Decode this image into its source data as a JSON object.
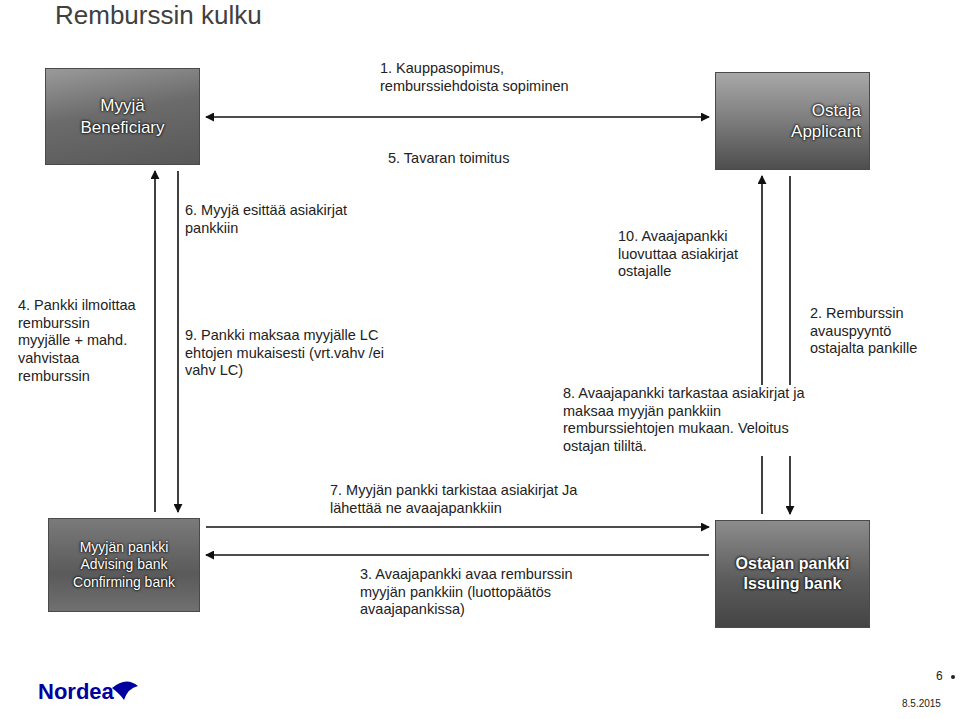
{
  "diagram": {
    "title": "Remburssin kulku",
    "nodes": [
      {
        "text": [
          "Myyjä",
          "Beneficiary"
        ]
      },
      {
        "text": [
          "Ostaja",
          "Applicant"
        ]
      },
      {
        "text": [
          "Myyjän pankki",
          "Advising bank",
          "Confirming bank"
        ]
      },
      {
        "text": [
          "Ostajan pankki",
          "Issuing bank"
        ]
      }
    ],
    "edges": [
      {
        "from": 0,
        "to": 1,
        "arrow": "both",
        "label": "1. Kauppasopimus, remburssiehdoista sopiminen"
      },
      {
        "from": 1,
        "to": 3,
        "arrow": "to",
        "label": "2. Remburssin avauspyyntö ostajalta pankille"
      },
      {
        "from": 3,
        "to": 2,
        "arrow": "to",
        "label": "3. Avaajapankki avaa remburssin myyjän pankkiin (luottopäätös avaajapankissa)"
      },
      {
        "from": 2,
        "to": 0,
        "arrow": "to",
        "label": "4. Pankki ilmoittaa remburssin myyjälle + mahd. vahvistaa remburssin"
      },
      {
        "from": 0,
        "to": 2,
        "arrow": "to",
        "label": "6. Myyjä esittää asiakirjat pankkiin"
      },
      {
        "from": 2,
        "to": 3,
        "arrow": "to",
        "label": "7. Myyjän pankki tarkistaa asiakirjat Ja lähettää ne avaajapankkiin"
      },
      {
        "from": 3,
        "to": 1,
        "arrow": "to",
        "label": "10. Avaajapankki luovuttaa asiakirjat ostajalle"
      }
    ],
    "labels": [
      "5. Tavaran toimitus",
      "9. Pankki maksaa myyjälle LC ehtojen mukaisesti (vrt.vahv /ei vahv LC)",
      "8. Avaajapankki tarkastaa asiakirjat ja maksaa myyjän pankkiin remburssiehtojen mukaan. Veloitus ostajan tililtä.",
      "Nordea",
      "6",
      "8.5.2015"
    ]
  }
}
